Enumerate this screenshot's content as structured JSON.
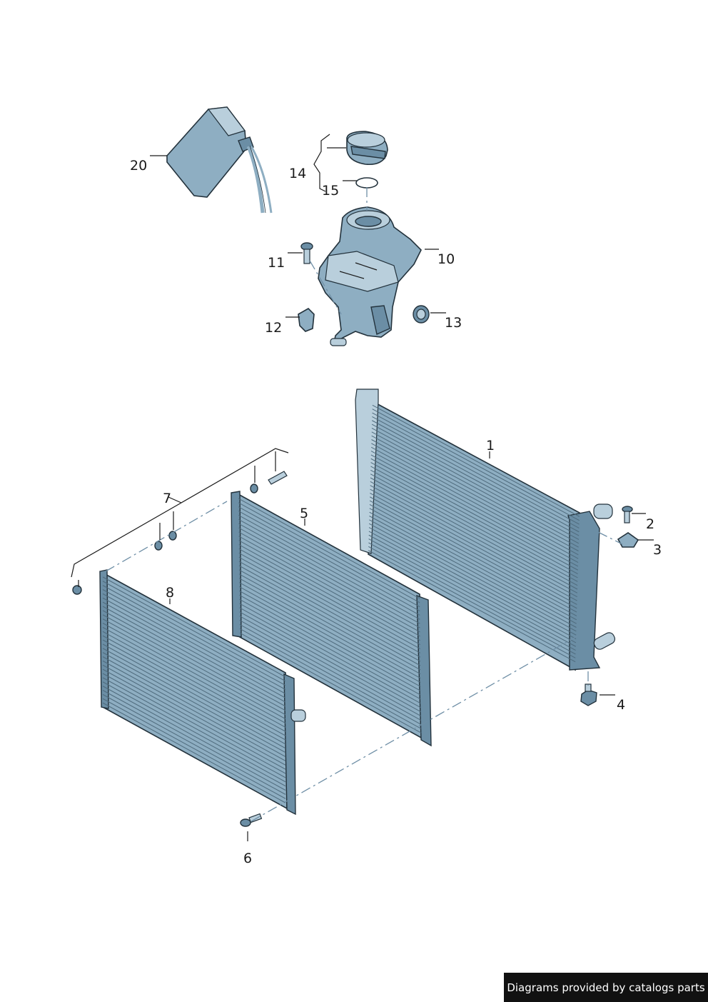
{
  "callouts": [
    "1",
    "2",
    "3",
    "4",
    "5",
    "6",
    "7",
    "8",
    "10",
    "11",
    "12",
    "13",
    "14",
    "15",
    "20"
  ],
  "credit": "Diagrams provided by catalogs parts",
  "colors": {
    "part_fill": "#8eaec2",
    "part_outline": "#23323c",
    "credit_bg": "#111111"
  }
}
